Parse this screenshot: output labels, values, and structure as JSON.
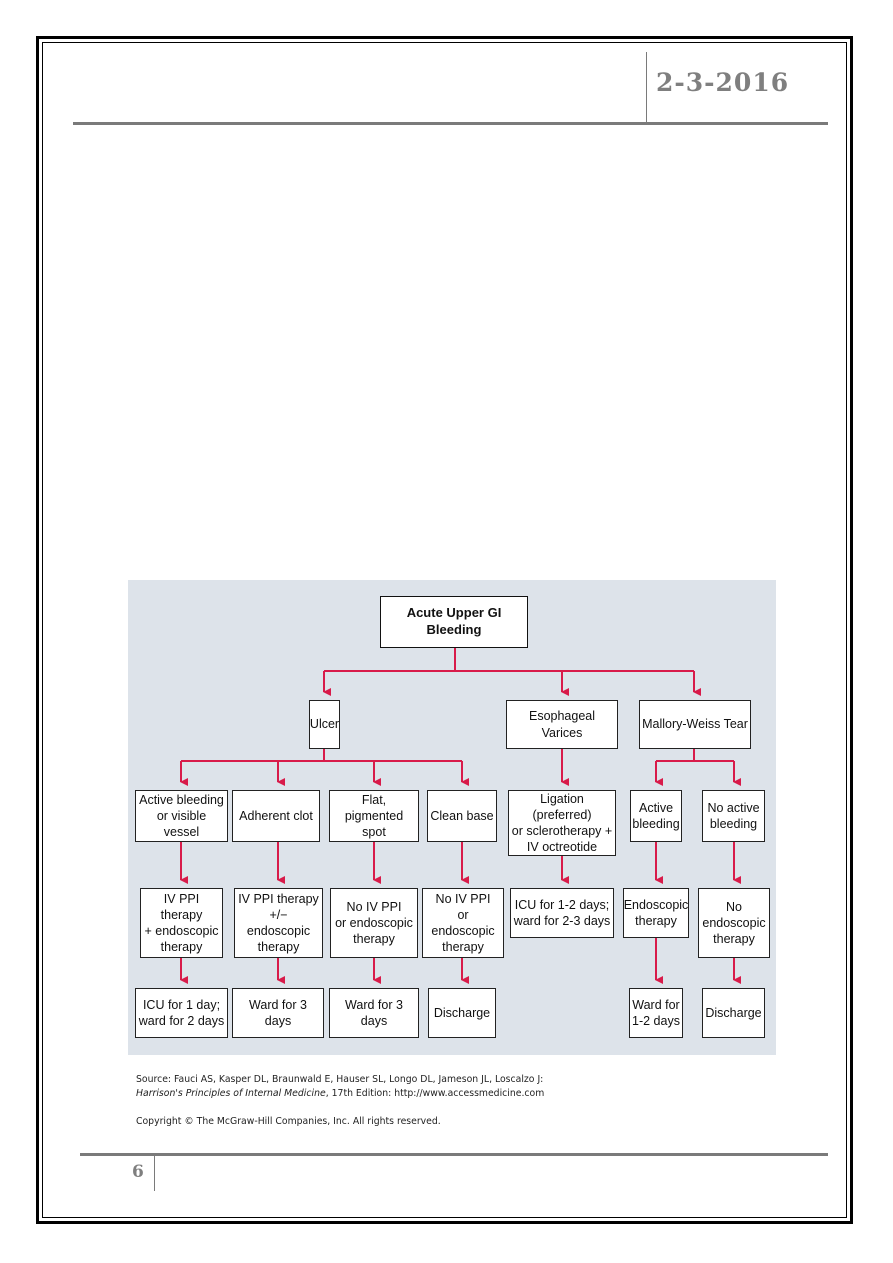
{
  "header": {
    "date": "2-3-2016"
  },
  "footer": {
    "page_number": "6"
  },
  "flowchart": {
    "root": "Acute Upper GI Bleeding",
    "level1": [
      "Ulcer",
      "Esophageal Varices",
      "Mallory-Weiss Tear"
    ],
    "ulcer": {
      "findings": [
        "Active bleeding\nor visible vessel",
        "Adherent clot",
        "Flat,\npigmented spot",
        "Clean base"
      ],
      "therapies": [
        "IV PPI therapy\n+ endoscopic\ntherapy",
        "IV PPI therapy\n+/− endoscopic\ntherapy",
        "No IV PPI\nor endoscopic\ntherapy",
        "No IV PPI\nor endoscopic\ntherapy"
      ],
      "dispositions": [
        "ICU for 1 day;\nward for 2 days",
        "Ward for 3 days",
        "Ward for 3 days",
        "Discharge"
      ]
    },
    "varices": {
      "therapy": "Ligation (preferred)\nor sclerotherapy +\nIV octreotide",
      "disposition": "ICU for 1-2 days;\nward for 2-3 days"
    },
    "mallory": {
      "findings": [
        "Active\nbleeding",
        "No active\nbleeding"
      ],
      "therapies": [
        "Endoscopic\ntherapy",
        "No\nendoscopic\ntherapy"
      ],
      "dispositions": [
        "Ward for\n1-2 days",
        "Discharge"
      ]
    },
    "colors": {
      "background": "#dde3ea",
      "connector": "#d81b4a"
    }
  },
  "source": {
    "prefix": "Source: Fauci AS, Kasper DL, Braunwald E, Hauser SL, Longo DL, Jameson JL, Loscalzo J:",
    "book": "Harrison's Principles of Internal Medicine",
    "suffix": ", 17th Edition: http://www.accessmedicine.com",
    "copyright": "Copyright © The McGraw-Hill Companies, Inc. All rights reserved."
  }
}
